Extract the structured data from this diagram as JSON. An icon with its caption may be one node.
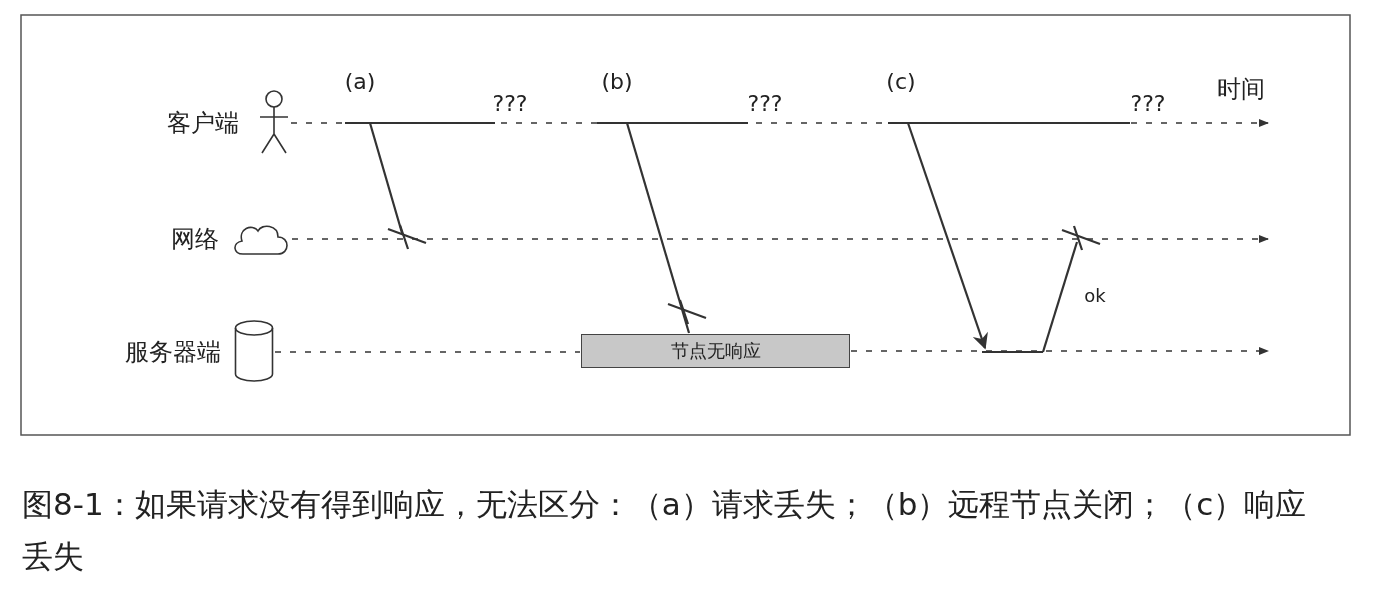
{
  "diagram": {
    "caption": "图8-1：如果请求没有得到响应，无法区分：（a）请求丢失；（b）远程节点关闭；（c）响应丢失",
    "nodes": [
      {
        "text": [
          "客户端"
        ]
      },
      {
        "text": [
          "网络"
        ]
      },
      {
        "text": [
          "服务器端"
        ]
      },
      {
        "text": [
          "节点无响应"
        ]
      },
      {
        "text": [
          "时间"
        ]
      }
    ],
    "edges": [
      {
        "from": 0,
        "to": 4,
        "arrow": "to",
        "style": "dashed"
      },
      {
        "from": 1,
        "to": null,
        "arrow": "to",
        "style": "dashed"
      },
      {
        "from": 2,
        "to": 3,
        "arrow": "none",
        "style": "dashed"
      },
      {
        "from": 3,
        "to": null,
        "arrow": "to",
        "style": "dashed"
      },
      {
        "from": null,
        "to": 3,
        "arrow": "none"
      }
    ],
    "labels": [
      "(a)",
      "(b)",
      "(c)",
      "???",
      "???",
      "???",
      "ok"
    ]
  }
}
